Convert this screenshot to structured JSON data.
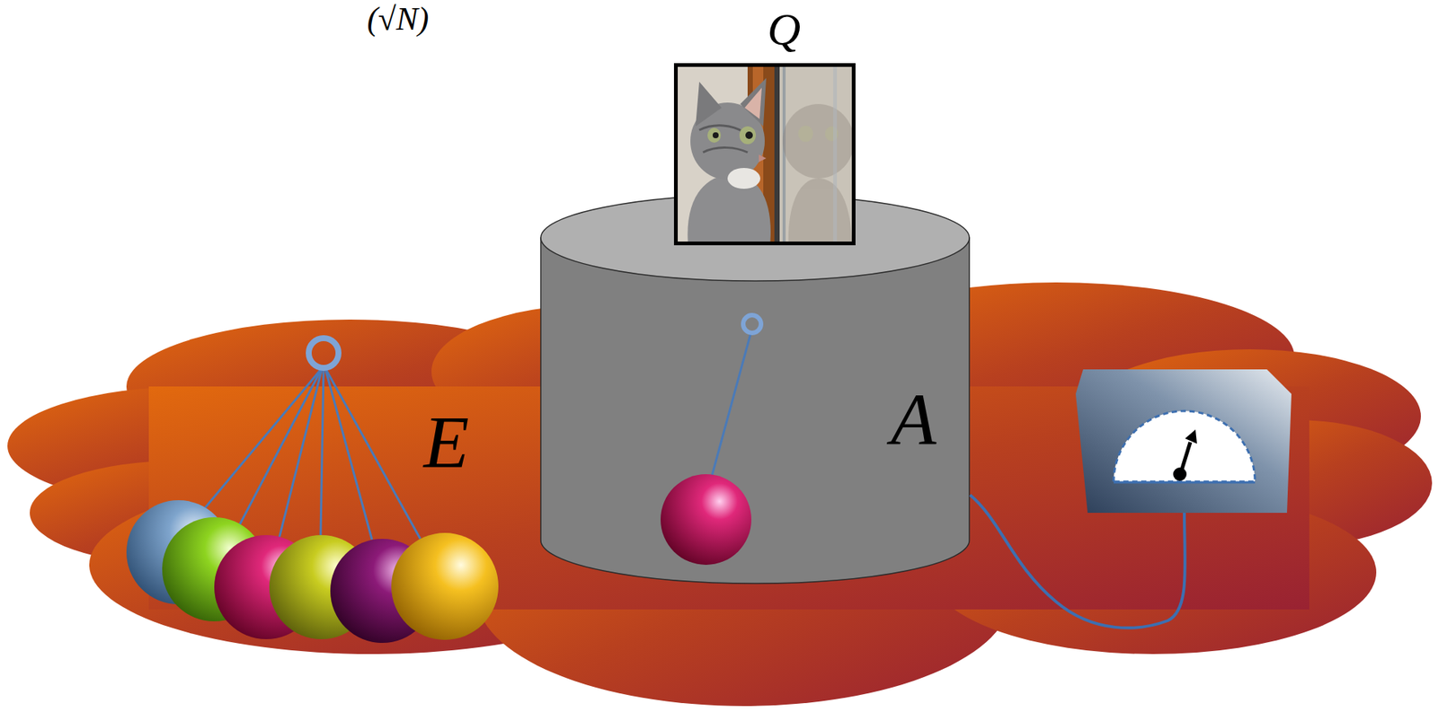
{
  "diagram": {
    "nodes": [
      {
        "text": [
          "Q"
        ]
      },
      {
        "text": [
          "E"
        ]
      },
      {
        "text": [
          "A"
        ],
        "in": 1
      }
    ],
    "labels": [
      "(√N)"
    ]
  }
}
